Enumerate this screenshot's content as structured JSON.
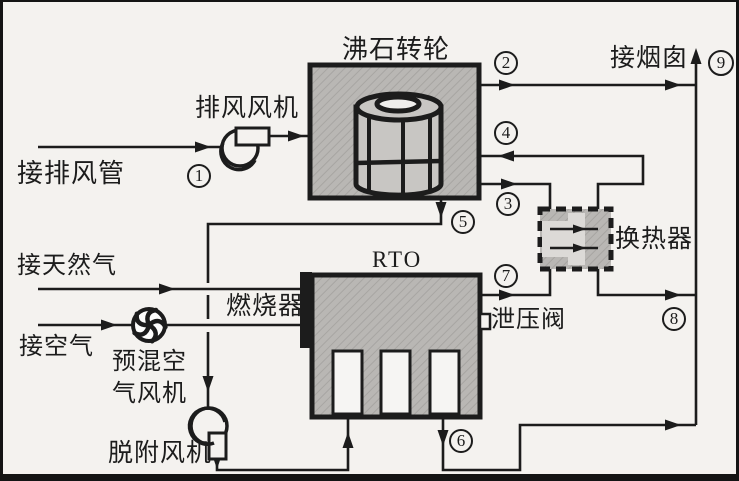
{
  "diagram": {
    "description": "Zeolite rotary wheel + RTO VOC treatment process flow diagram",
    "labels": {
      "exhaust_duct": "接排风管",
      "exhaust_fan": "排风风机",
      "zeolite_wheel": "沸石转轮",
      "chimney": "接烟囱",
      "natural_gas": "接天然气",
      "air": "接空气",
      "premix_fan_line1": "预混空",
      "premix_fan_line2": "气风机",
      "desorption_fan": "脱附风机",
      "burner": "燃烧器",
      "rto": "RTO",
      "relief_valve": "泄压阀",
      "heat_exchanger": "换热器"
    },
    "stream_numbers": [
      "1",
      "2",
      "3",
      "4",
      "5",
      "6",
      "7",
      "8",
      "9"
    ],
    "colors": {
      "paper": "#f4f2ef",
      "line": "#1c1c1c",
      "boxfill": "#b9b7b4",
      "hatch": "#a7a5a2",
      "drumfill": "#c8c6c3",
      "lightfill": "#dcdad7",
      "slotfill": "#f6f5f3"
    }
  }
}
